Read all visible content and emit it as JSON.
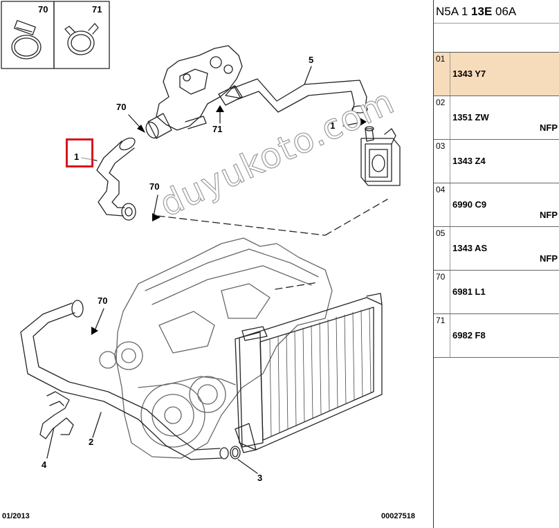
{
  "diagram": {
    "icon_boxes": [
      {
        "number": "70",
        "icon": "worm-clamp-icon"
      },
      {
        "number": "71",
        "icon": "spring-clamp-icon"
      }
    ],
    "callouts": {
      "c70a": "70",
      "c71a": "71",
      "c5": "5",
      "c71b": "71",
      "c1": "1",
      "c70b": "70",
      "c70c": "70",
      "c2": "2",
      "c4": "4",
      "c3": "3"
    },
    "watermark": "duyukoto.com",
    "footer": {
      "date": "01/2013",
      "code": "00027518"
    },
    "highlight_color": "#d9151b"
  },
  "panel": {
    "title": {
      "part1": "N5A 1 ",
      "part2": "13E",
      "part3": " 06A"
    },
    "selected_color": "#f7dcbb",
    "rows": [
      {
        "index": "01",
        "ref": "1343 Y7",
        "tag": ""
      },
      {
        "index": "02",
        "ref": "1351 ZW",
        "tag": "NFP"
      },
      {
        "index": "03",
        "ref": "1343 Z4",
        "tag": ""
      },
      {
        "index": "04",
        "ref": "6990 C9",
        "tag": "NFP"
      },
      {
        "index": "05",
        "ref": "1343 AS",
        "tag": "NFP"
      },
      {
        "index": "70",
        "ref": "6981 L1",
        "tag": ""
      },
      {
        "index": "71",
        "ref": "6982 F8",
        "tag": ""
      }
    ]
  }
}
